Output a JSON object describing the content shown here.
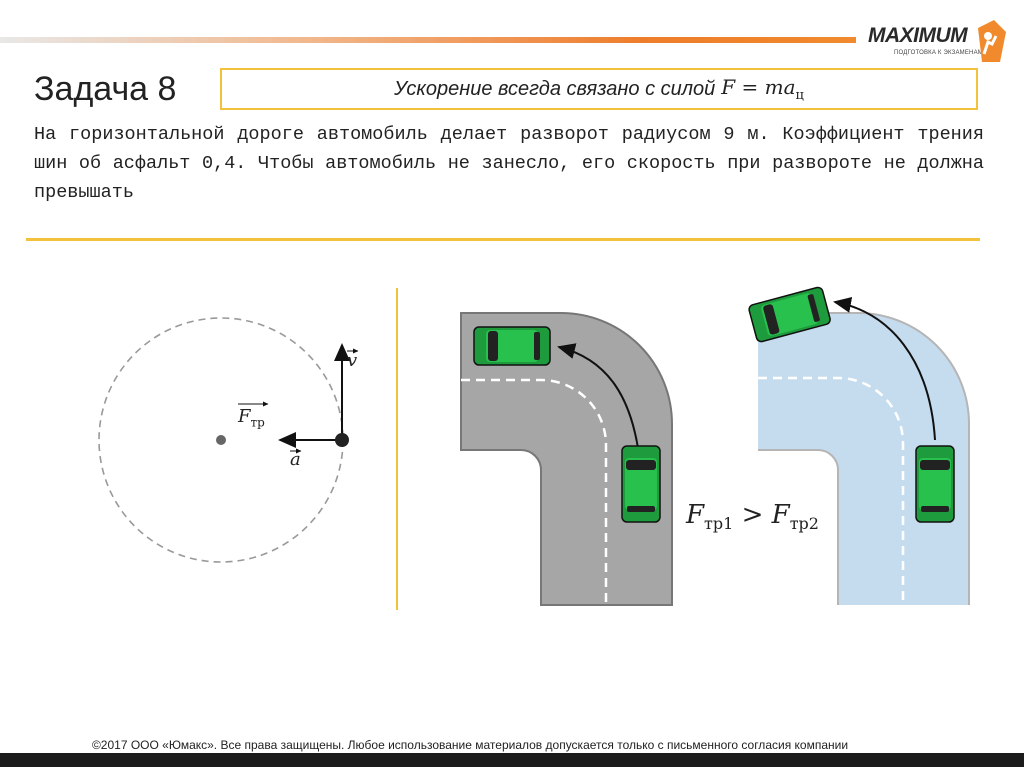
{
  "logo": {
    "name": "MAXIMUM",
    "tagline": "ПОДГОТОВКА К ЭКЗАМЕНАМ",
    "brand_color": "#f08a2c"
  },
  "task": {
    "title": "Задача 8",
    "hint_text": "Ускорение всегда связано с силой",
    "hint_formula": "F = ma",
    "hint_formula_sub": "ц",
    "problem": "На горизонтальной дороге автомобиль делает разворот радиусом 9 м. Коэффициент трения шин об асфальт 0,4. Чтобы автомобиль не занесло, его скорость при развороте не должна превышать"
  },
  "diagram": {
    "label_v": "v",
    "label_f": "F",
    "label_f_sub": "тр",
    "label_a": "a",
    "comparison": "F",
    "comparison_sub1": "тр1",
    "comparison_op": ">",
    "comparison_sub2": "тр2",
    "road_dry_color": "#a6a6a6",
    "road_icy_color": "#c5dcef",
    "car_color": "#29c14e"
  },
  "footer": {
    "copyright": "©2017 ООО «Юмакс». Все права защищены. Любое использование материалов допускается только с  письменного согласия компании"
  }
}
